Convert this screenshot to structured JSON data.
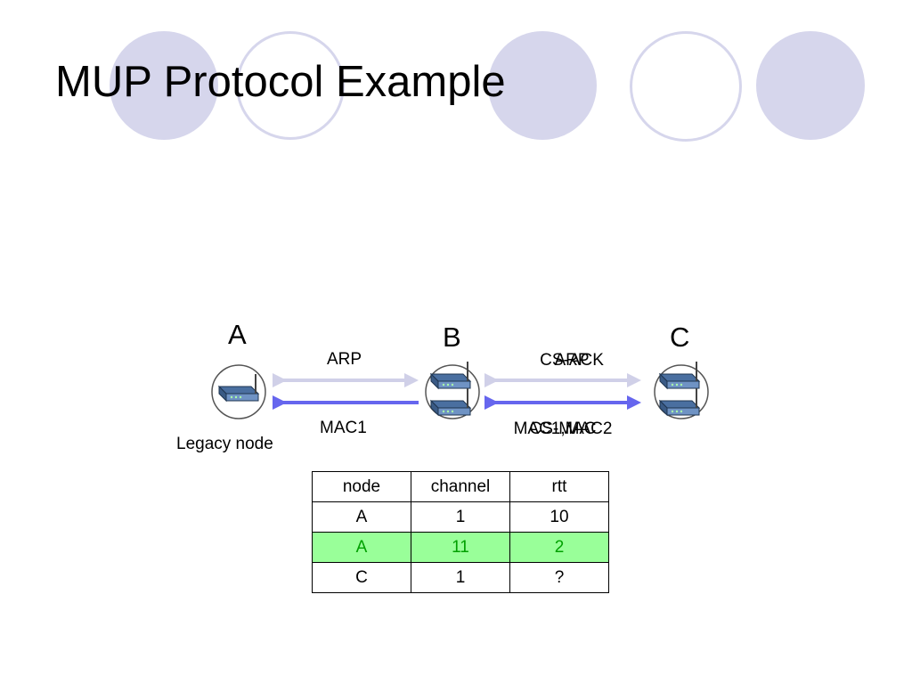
{
  "slide": {
    "title": "MUP Protocol Example"
  },
  "nodes": {
    "a": "A",
    "b": "B",
    "c": "C",
    "a_caption": "Legacy node"
  },
  "messages": {
    "ab_top": "ARP",
    "ab_bottom": "MAC1",
    "bc_top_1": "CS-ACK",
    "bc_top_2": "ARP",
    "bc_bottom_1": "MAC1,MAC2",
    "bc_bottom_2": "CS-MAC"
  },
  "colors": {
    "arrow_light": "#d0d0e8",
    "arrow_dark": "#6666ee",
    "highlight_row": "#99ff99",
    "highlight_text": "#00a000",
    "decor_circle": "#d6d6ec"
  },
  "table": {
    "headers": [
      "node",
      "channel",
      "rtt"
    ],
    "rows": [
      [
        "A",
        "1",
        "10"
      ],
      [
        "A",
        "11",
        "2"
      ],
      [
        "C",
        "1",
        "?"
      ]
    ],
    "highlighted_row": 1
  }
}
